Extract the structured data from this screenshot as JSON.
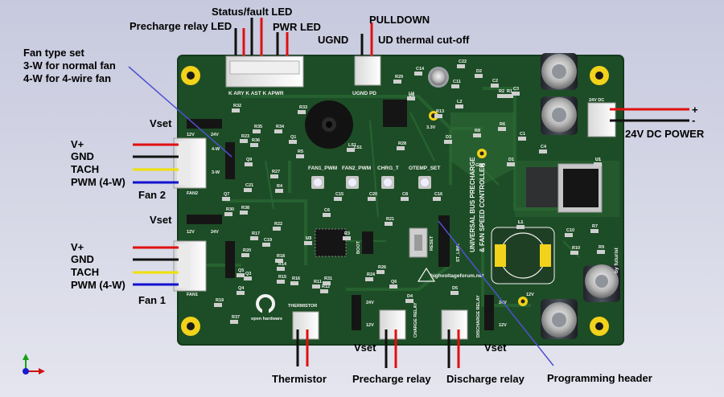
{
  "colors": {
    "pcb": "#1d4d26",
    "pcb_edge": "#16401f",
    "pad_gold": "#f2d21b",
    "wire_red": "#e01010",
    "wire_black": "#111111",
    "wire_yellow": "#f0e000",
    "wire_blue": "#1010d0",
    "arrow": "#5050d0"
  },
  "callouts": {
    "status_fault_led": "Status/fault LED",
    "precharge_relay_led": "Precharge relay LED",
    "pwr_led": "PWR LED",
    "pulldown": "PULLDOWN",
    "ugnd": "UGND",
    "ud_thermal": "UD thermal cut-off",
    "fan_type_l1": "Fan type set",
    "fan_type_l2": "3-W for normal fan",
    "fan_type_l3": "4-W for 4-wire fan",
    "vset_top": "Vset",
    "vset_mid": "Vset",
    "vset_bottom_left": "Vset",
    "vset_bottom_right": "Vset",
    "fan2_pins": [
      "V+",
      "GND",
      "TACH",
      "PWM (4-W)"
    ],
    "fan2": "Fan 2",
    "fan1_pins": [
      "V+",
      "GND",
      "TACH",
      "PWM (4-W)"
    ],
    "fan1": "Fan 1",
    "power_plus": "+",
    "power_minus": "-",
    "power": "24V DC POWER",
    "thermistor": "Thermistor",
    "precharge_relay": "Precharge relay",
    "discharge_relay": "Discharge relay",
    "programming_header": "Programming header"
  },
  "silkscreen": {
    "led_header_pins": "K ARY K AST K APWR",
    "ugnd_pd": "UGND PD",
    "status_row": [
      "FAN1_PWM",
      "FAN2_PWM",
      "CHRG_T",
      "OTEMP_SET"
    ],
    "board_title_l1": "UNIVERSAL BUS PRECHARGE",
    "board_title_l2": "& FAN SPEED CONTROLLER",
    "author": "by futurist",
    "website": "highvoltageforum.net",
    "open_hardware": "open hardware",
    "thermistor": "THERMISTOR",
    "charge_relay": "CHARGE RELAY",
    "discharge_relay": "DISCHARGE RELAY",
    "fan1": "FAN1",
    "fan2": "FAN2",
    "dc24": "24V DC",
    "v33": "3.3V",
    "gnd": "GND",
    "boot": "BOOT",
    "reset": "RESET",
    "st_link": "ST_LINK",
    "v12": "12V",
    "v24": "24V",
    "j_sel_4": "4-W",
    "j_sel_3": "3-W",
    "refs": [
      "R32",
      "R35",
      "R34",
      "R33",
      "Q1",
      "R36",
      "R5",
      "R23",
      "Q9",
      "R27",
      "R4",
      "R29",
      "U4",
      "C14",
      "C22",
      "C11",
      "L2",
      "D2",
      "C2",
      "R2",
      "R1",
      "R13",
      "D3",
      "R8",
      "R6",
      "C3",
      "C4",
      "R28",
      "LS1",
      "C21",
      "Q7",
      "R30",
      "R38",
      "R22",
      "C19",
      "R17",
      "R20",
      "Q3",
      "R18",
      "R14",
      "R15",
      "R16",
      "R11",
      "R12",
      "U3",
      "R3",
      "C6",
      "C15",
      "C20",
      "C8",
      "C16",
      "R21",
      "R24",
      "R26",
      "Q6",
      "D4",
      "D5",
      "U1",
      "L1",
      "C10",
      "R7",
      "R9",
      "R10",
      "C1",
      "D1",
      "Q4",
      "R19",
      "R37",
      "R31",
      "Q5"
    ]
  }
}
